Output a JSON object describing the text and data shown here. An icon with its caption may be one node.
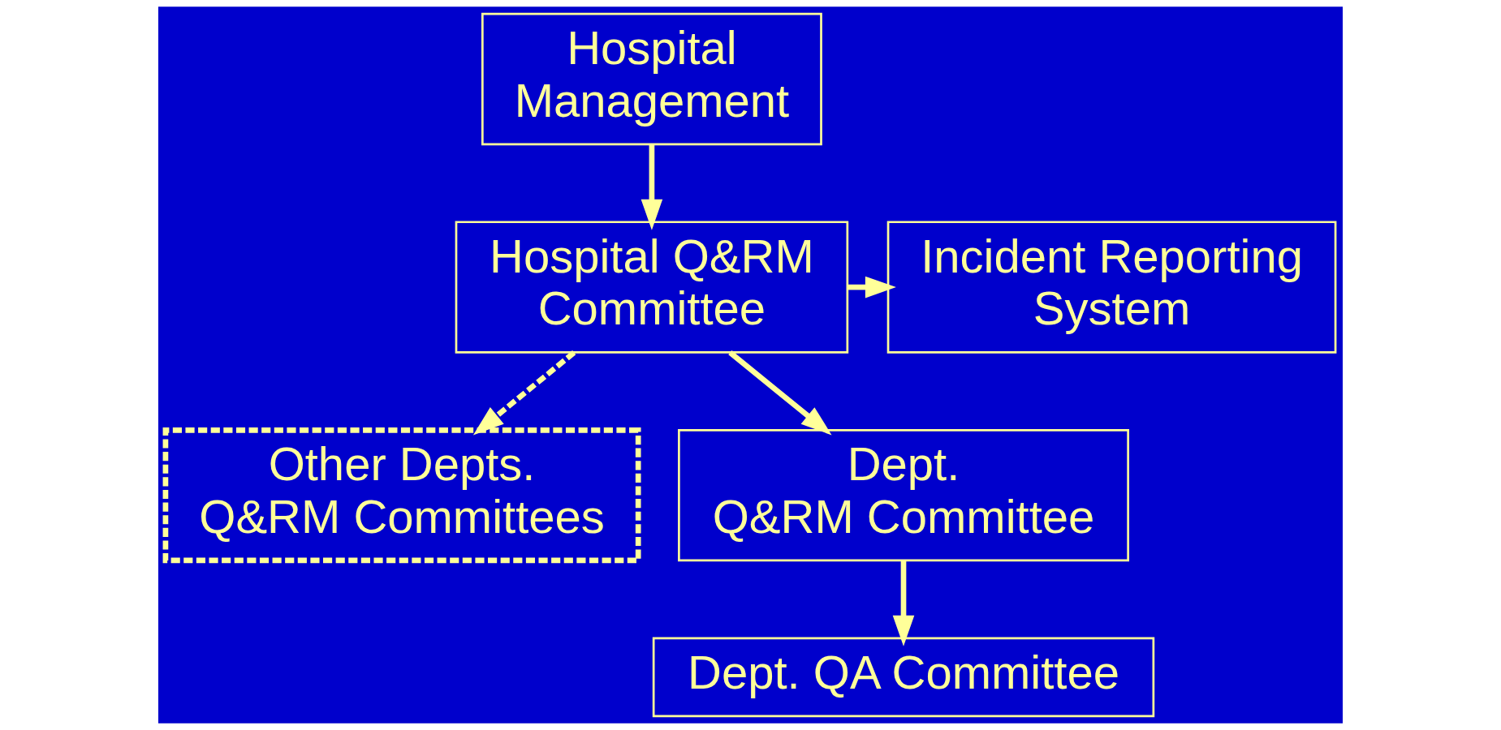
{
  "diagram": {
    "nodes": [
      {
        "text": [
          "Hospital Management"
        ]
      },
      {
        "text": [
          "Hospital Q&RM Committee"
        ]
      },
      {
        "text": [
          "Incident Reporting System"
        ]
      },
      {
        "text": [
          "Other Depts. Q&RM Committees"
        ]
      },
      {
        "text": [
          "Dept. Q&RM Committee"
        ]
      },
      {
        "text": [
          "Dept. QA Committee"
        ]
      }
    ],
    "edges": [
      {
        "from": 0,
        "to": 1,
        "arrow": "to"
      },
      {
        "from": 1,
        "to": 2,
        "arrow": "to"
      },
      {
        "from": 1,
        "to": 3,
        "arrow": "to",
        "style": "dashed"
      },
      {
        "from": 1,
        "to": 4,
        "arrow": "to"
      },
      {
        "from": 4,
        "to": 5,
        "arrow": "to"
      }
    ]
  }
}
